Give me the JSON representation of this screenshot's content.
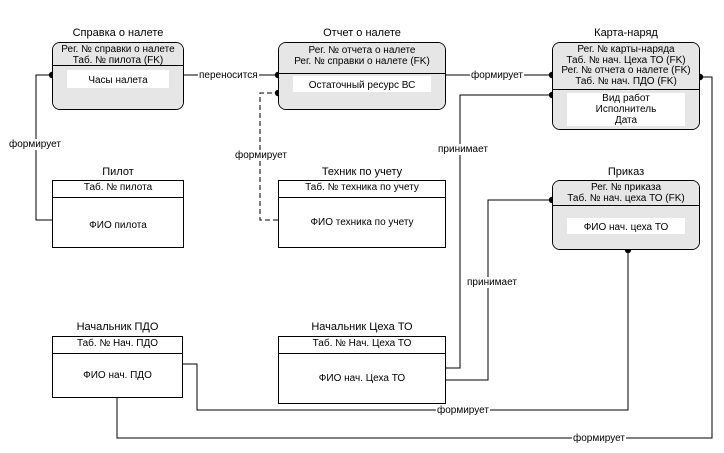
{
  "entities": {
    "spravka": {
      "title": "Справка о налете",
      "keys": [
        "Рег. № справки о налете",
        "Таб. № пилота (FK)"
      ],
      "attrs": [
        "Часы налета"
      ]
    },
    "otchet": {
      "title": "Отчет  о налете",
      "keys": [
        "Рег. № отчета  о налете",
        "Рег. № справки о налете (FK)"
      ],
      "attrs": [
        "Остаточный ресурс ВС"
      ]
    },
    "karta": {
      "title": "Карта-наряд",
      "keys": [
        "Рег. № карты-наряда",
        "Таб. № нач. Цеха ТО (FK)",
        "Рег. № отчета о налете (FK)",
        "Таб. № нач. ПДО (FK)"
      ],
      "attrs": [
        "Вид работ",
        "Исполнитель",
        "Дата"
      ]
    },
    "pilot": {
      "title": "Пилот",
      "keys": [
        "Таб. № пилота"
      ],
      "attrs": [
        "ФИО пилота"
      ]
    },
    "tehnik": {
      "title": "Техник по учету",
      "keys": [
        "Таб. № техника по учету"
      ],
      "attrs": [
        "ФИО техника по учету"
      ]
    },
    "prikaz": {
      "title": "Приказ",
      "keys": [
        "Рег. № приказа",
        "Таб. № нач. цеха ТО (FK)"
      ],
      "attrs": [
        "ФИО нач. цеха ТО"
      ]
    },
    "nach_pdo": {
      "title": "Начальник ПДО",
      "keys": [
        "Таб. № Нач. ПДО"
      ],
      "attrs": [
        "ФИО нач. ПДО"
      ]
    },
    "nach_ceha": {
      "title": "Начальник Цеха ТО",
      "keys": [
        "Таб. № Нач. Цеха ТО"
      ],
      "attrs": [
        "ФИО нач. Цеха ТО"
      ]
    }
  },
  "relations": {
    "pilot_spravka": "формирует",
    "spravka_otchet": "переносится",
    "tehnik_otchet": "формирует",
    "otchet_karta": "формирует",
    "ceha_karta": "принимает",
    "ceha_prikaz": "принимает",
    "pdo_prikaz": "формирует",
    "pdo_karta": "формирует"
  }
}
